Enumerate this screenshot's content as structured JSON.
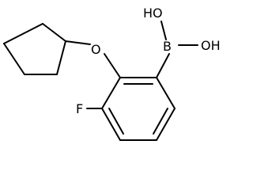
{
  "molecule": {
    "atoms": {
      "boron": "B",
      "hydroxyl_1": "HO",
      "hydroxyl_2": "OH",
      "ether_oxygen": "O",
      "fluorine": "F"
    }
  }
}
